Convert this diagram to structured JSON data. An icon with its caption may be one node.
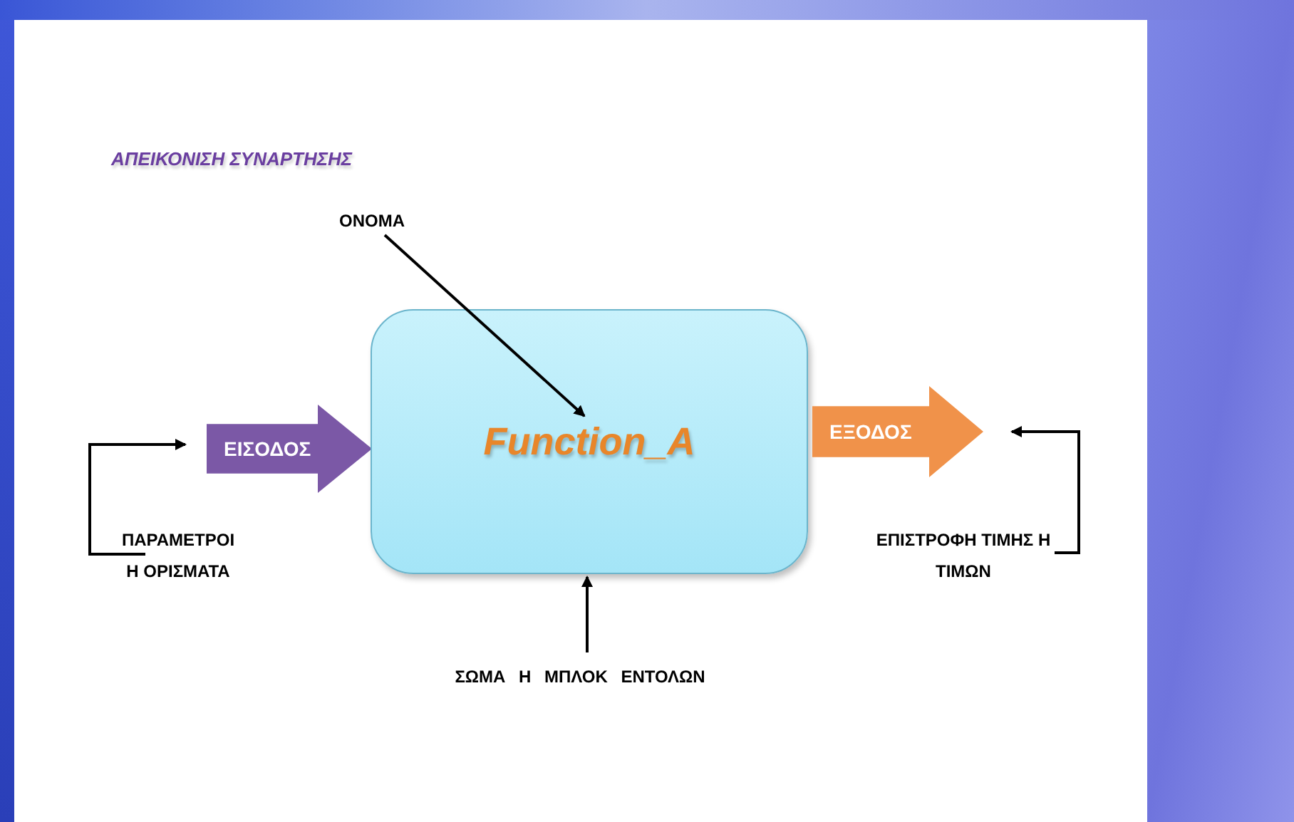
{
  "diagram": {
    "title": "ΑΠΕΙΚΟΝΙΣΗ ΣΥΝΑΡΤΗΣΗΣ",
    "nodes": [
      {
        "text": [
          "ΟΝΟΜΑ"
        ]
      },
      {
        "text": [
          "ΕΙΣΟΔΟΣ"
        ]
      },
      {
        "text": [
          "Function_A"
        ]
      },
      {
        "text": [
          "ΕΞΟΔΟΣ"
        ]
      },
      {
        "text": [
          "ΠΑΡΑΜΕΤΡΟΙ Η ΟΡΙΣΜΑΤΑ"
        ]
      },
      {
        "text": [
          "ΕΠΙΣΤΡΟΦΗ ΤΙΜΗΣ Η ΤΙΜΩΝ"
        ]
      },
      {
        "text": [
          "ΣΩΜΑ Η ΜΠΛΟΚ ΕΝΤΟΛΩΝ"
        ]
      }
    ],
    "edges": [
      {
        "from": 0,
        "to": 2,
        "arrow": "to"
      },
      {
        "from": 4,
        "to": 1,
        "arrow": "to"
      },
      {
        "from": 5,
        "to": 3,
        "arrow": "to"
      },
      {
        "from": 6,
        "to": 2,
        "arrow": "to"
      }
    ]
  }
}
